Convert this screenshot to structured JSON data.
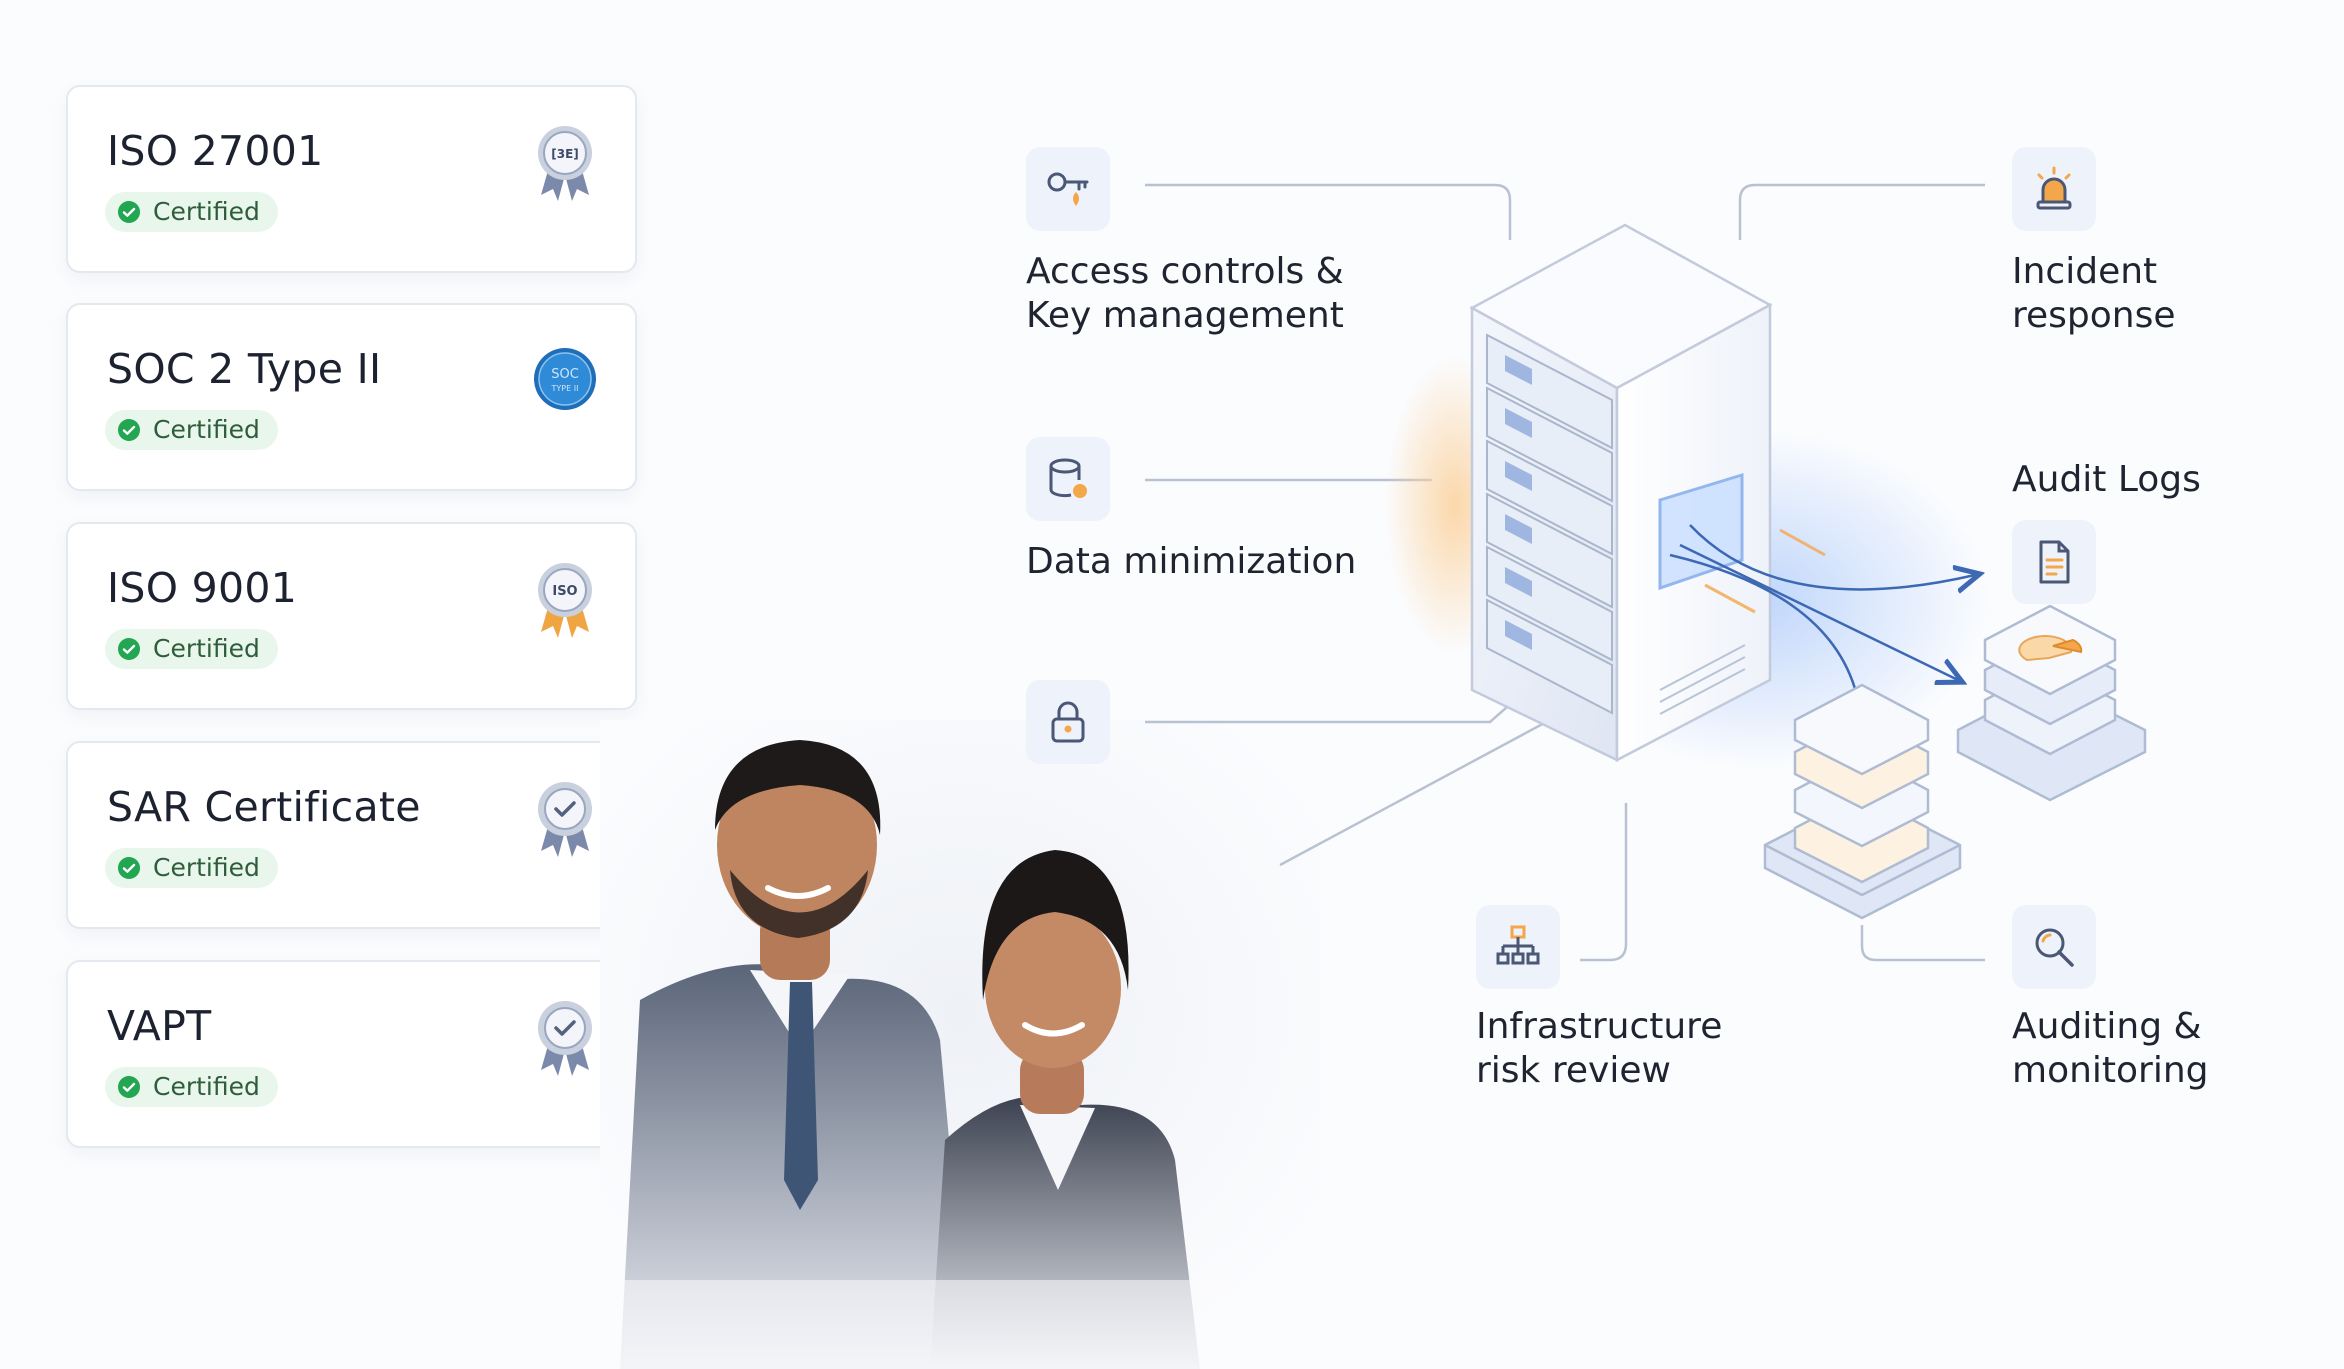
{
  "certifications": [
    {
      "title": "ISO 27001",
      "status": "Certified",
      "badge_icon": "ribbon-award-icon"
    },
    {
      "title": "SOC 2 Type II",
      "status": "Certified",
      "badge_icon": "soc2-seal-icon"
    },
    {
      "title": "ISO 9001",
      "status": "Certified",
      "badge_icon": "iso-ribbon-icon"
    },
    {
      "title": "SAR Certificate",
      "status": "Certified",
      "badge_icon": "check-ribbon-icon"
    },
    {
      "title": "VAPT",
      "status": "Certified",
      "badge_icon": "check-ribbon-icon"
    }
  ],
  "badge_text": {
    "iso27001": "[3E]",
    "soc2_line1": "SOC",
    "soc2_line2": "TYPE II",
    "iso9001": "ISO"
  },
  "features": [
    {
      "label": "Access controls &\nKey management",
      "icon": "key-icon"
    },
    {
      "label": "Data minimization",
      "icon": "database-icon"
    },
    {
      "label": "",
      "icon": "lock-icon"
    },
    {
      "label": "Infrastructure\nrisk review",
      "icon": "network-hierarchy-icon"
    },
    {
      "label": "Incident\nresponse",
      "icon": "alarm-icon"
    },
    {
      "label": "Audit Logs",
      "icon": "document-icon"
    },
    {
      "label": "Auditing &\nmonitoring",
      "icon": "magnifier-icon"
    }
  ],
  "colors": {
    "certified_green": "#22a652",
    "pill_bg": "#e8f6ec",
    "icon_box_bg": "#eef2fa",
    "line_color": "#b9c2d1",
    "accent_orange": "#f4a74a",
    "accent_blue": "#3c68b4"
  }
}
